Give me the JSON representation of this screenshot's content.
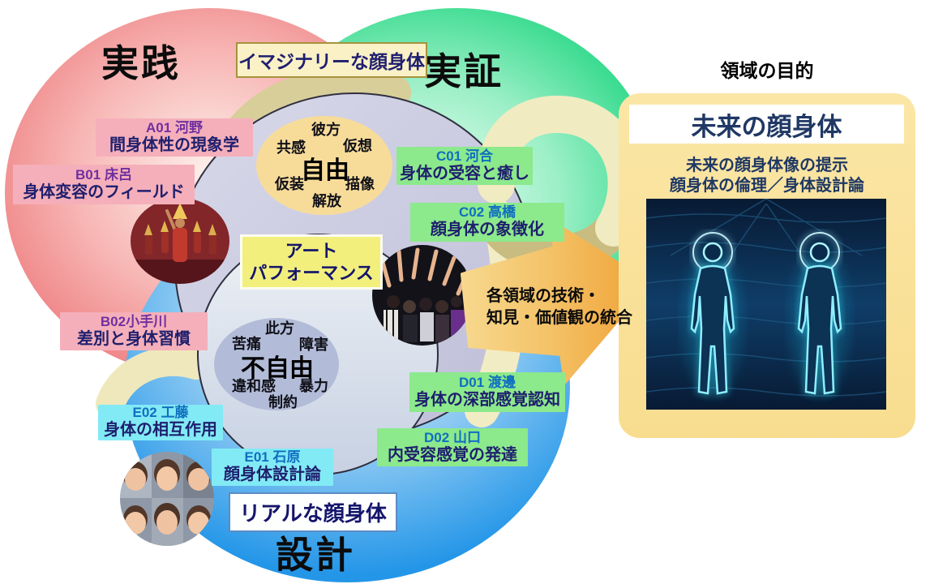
{
  "regions": {
    "practice": "実践",
    "evidence": "実証",
    "design": "設計"
  },
  "top_label": "イマジナリーな顔身体",
  "bottom_label": "リアルな顔身体",
  "center_label": {
    "line1": "アート",
    "line2": "パフォーマンス"
  },
  "free_cluster": {
    "center": "自由",
    "words": [
      "彼方",
      "共感",
      "仮想",
      "仮装",
      "描像",
      "解放"
    ]
  },
  "unfree_cluster": {
    "center": "不自由",
    "words": [
      "此方",
      "苦痛",
      "障害",
      "違和感",
      "暴力",
      "制約"
    ]
  },
  "groups": [
    {
      "id": "A01",
      "code": "A01 河野",
      "theme": "間身体性の現象学"
    },
    {
      "id": "B01",
      "code": "B01 床呂",
      "theme": "身体変容のフィールド"
    },
    {
      "id": "B02",
      "code": "B02小手川",
      "theme": "差別と身体習慣"
    },
    {
      "id": "C01",
      "code": "C01 河合",
      "theme": "身体の受容と癒し"
    },
    {
      "id": "C02",
      "code": "C02 高橋",
      "theme": "顔身体の象徴化"
    },
    {
      "id": "D01",
      "code": "D01 渡邊",
      "theme": "身体の深部感覚認知"
    },
    {
      "id": "D02",
      "code": "D02 山口",
      "theme": "内受容感覚の発達"
    },
    {
      "id": "E01",
      "code": "E01 石原",
      "theme": "顔身体設計論"
    },
    {
      "id": "E02",
      "code": "E02 工藤",
      "theme": "身体の相互作用"
    }
  ],
  "arrow_caption": {
    "line1": "各領域の技術・",
    "line2": "知見・価値観の統合"
  },
  "goal": {
    "heading": "領域の目的",
    "title": "未来の顔身体",
    "line1": "未来の顔身体像の提示",
    "line2": "顔身体の倫理／身体設計論"
  },
  "palette": {
    "pink_box": "#F5AFBA",
    "green_box": "#8CE98C",
    "cyan_box": "#82EAF5",
    "code_purple": "#7030A0",
    "code_blue": "#0F6FC0",
    "theme_navy": "#1F1F6E",
    "circle_red": "#EE7C7F",
    "circle_green": "#2FD98A",
    "circle_blue": "#2496E8",
    "lavender": "#C6C6DE",
    "free_yellow": "#F7DC99",
    "unfree_blue": "#B2BCD8",
    "panel_yellow": "#F9E09A",
    "arrow_orange": "#EFA338",
    "title_navy": "#1F3864"
  }
}
